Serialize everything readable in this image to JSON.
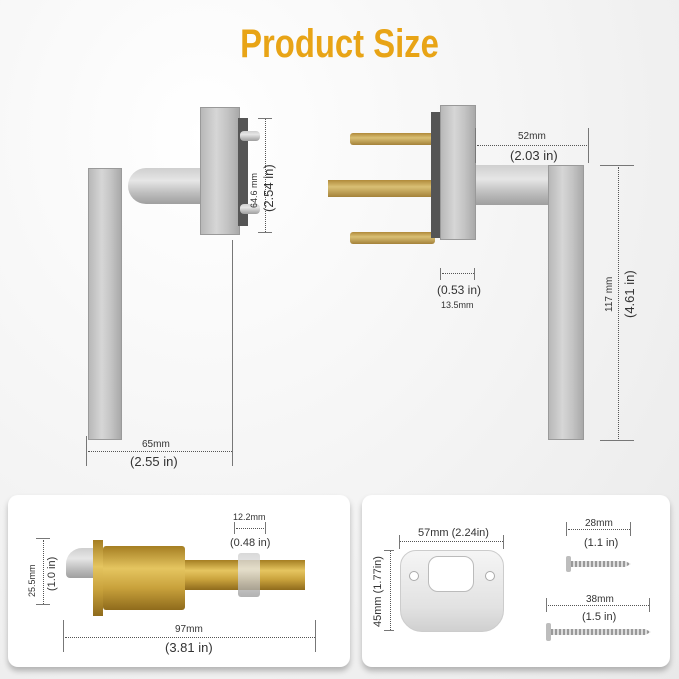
{
  "title": "Product Size",
  "colors": {
    "title": "#e8a416",
    "metal": "#c4c4c4",
    "brass": "#c9a23c",
    "background": "#f2f2f2"
  },
  "handle_left": {
    "rose_height_mm": "64.6 mm",
    "rose_height_in": "(2.54 in)",
    "lever_width_mm": "65mm",
    "lever_width_in": "(2.55 in)"
  },
  "handle_right": {
    "projection_mm": "52mm",
    "projection_in": "(2.03 in)",
    "rose_depth_in": "(0.53 in)",
    "rose_depth_mm": "13.5mm",
    "lever_height_mm": "117 mm",
    "lever_height_in": "(4.61 in)"
  },
  "latch": {
    "face_height_mm": "25.5mm",
    "face_height_in": "(1.0 in)",
    "tab_width_mm": "12.2mm",
    "tab_width_in": "(0.48 in)",
    "length_mm": "97mm",
    "length_in": "(3.81 in)"
  },
  "strike_plate": {
    "width_label": "57mm (2.24in)",
    "height_label": "45mm (1.77in)"
  },
  "screws": [
    {
      "length_mm": "28mm",
      "length_in": "(1.1 in)"
    },
    {
      "length_mm": "38mm",
      "length_in": "(1.5 in)"
    }
  ]
}
